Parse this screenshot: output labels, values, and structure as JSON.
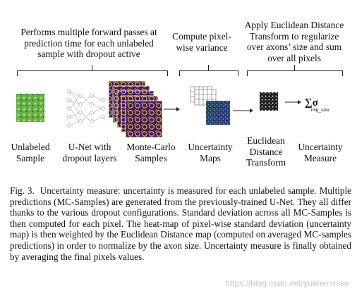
{
  "figure": {
    "descriptions": {
      "forward_passes": [
        "Performs multiple forward passes at",
        "prediction time for each unlabeled",
        "sample with dropout active"
      ],
      "variance": [
        "Compute pixel-",
        "wise variance"
      ],
      "euclidean": [
        "Apply Euclidean Distance",
        "Transform to regularize",
        "over axons’ size and sum",
        "over all pixels"
      ]
    },
    "stages": [
      {
        "id": "unlabeled",
        "label": [
          "Unlabeled",
          "Sample"
        ]
      },
      {
        "id": "unet",
        "label": [
          "U-Net with",
          "dropout layers"
        ]
      },
      {
        "id": "mc",
        "label": [
          "Monte-Carlo",
          "Samples"
        ]
      },
      {
        "id": "uncertainty_maps",
        "label": [
          "Uncertainty",
          "Maps"
        ]
      },
      {
        "id": "edt",
        "label": [
          "Euclidean",
          "Distance",
          "Transform"
        ]
      },
      {
        "id": "measure",
        "label": [
          "Uncertainty",
          "Measure"
        ]
      }
    ],
    "formula": {
      "symbol": "∑σ",
      "subscript": "img_size"
    }
  },
  "caption": {
    "label": "Fig. 3.",
    "text": "Uncertainty measure: uncertainty is measured for each unlabeled sample. Multiple predictions (MC-Samples) are generated from the previously-trained U-Net. They all differ thanks to the various dropout configurations. Standard deviation across all MC-Samples is then computed for each pixel. The heat-map of pixel-wise standard deviation (uncertainty map) is then weighted by the Euclidean Distance map (computed on averaged MC-samples predictions) in order to normalize by the axon size. Uncertainty measure is finally obtained by averaging the final pixels values."
  },
  "watermark": "https://blog.csdn.net/yuehenmiss",
  "colors": {
    "sample_green": "#5fae4a",
    "mc_purple": "#3f1a6b",
    "mc_yellow": "#f2c21e",
    "map_navy": "#2c3b7a",
    "edt_black": "#151515"
  }
}
